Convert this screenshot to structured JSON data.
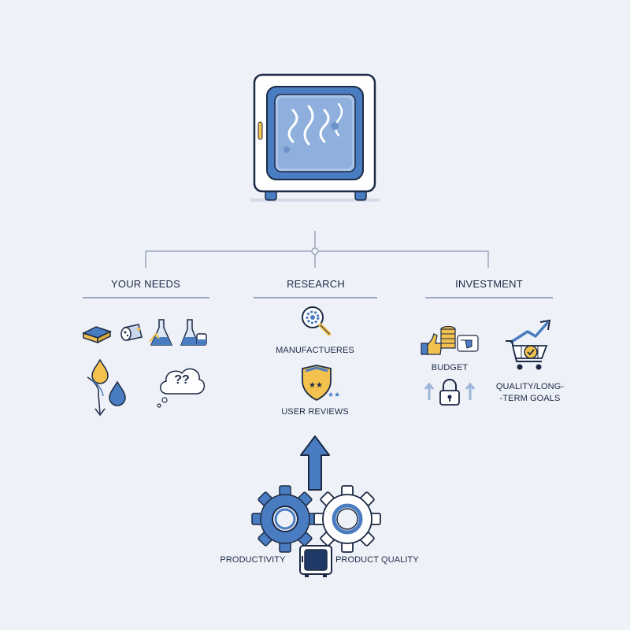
{
  "columns": {
    "needs": {
      "heading": "YOUR NEEDS",
      "icons": [
        "materials-stack-icon",
        "cylinder-sample-icon",
        "flask-icon",
        "beaker-icon",
        "water-drop-icon",
        "question-cloud-icon"
      ],
      "question_text": "??"
    },
    "research": {
      "heading": "RESEARCH",
      "items": {
        "manufacturers": "MANUFACTUERES",
        "reviews": "USER REVIEWS"
      },
      "icons": [
        "magnifier-gear-icon",
        "star-shield-icon"
      ]
    },
    "investment": {
      "heading": "INVESTMENT",
      "items": {
        "budget": "BUDGET",
        "quality_line1": "QUALITY/LONG-",
        "quality_line2": "-TERM GOALS"
      },
      "icons": [
        "coins-thumbs-icon",
        "padlock-icon",
        "cart-growth-icon"
      ]
    }
  },
  "bottom": {
    "productivity": "PRODUCTIVITY",
    "product_quality": "PRODUCT QUALITY"
  },
  "colors": {
    "primary": "#4a7cc1",
    "dark": "#1c2a45",
    "accent_yellow": "#f2c14e",
    "line": "#9aa6bd",
    "background": "#eef1f8"
  }
}
